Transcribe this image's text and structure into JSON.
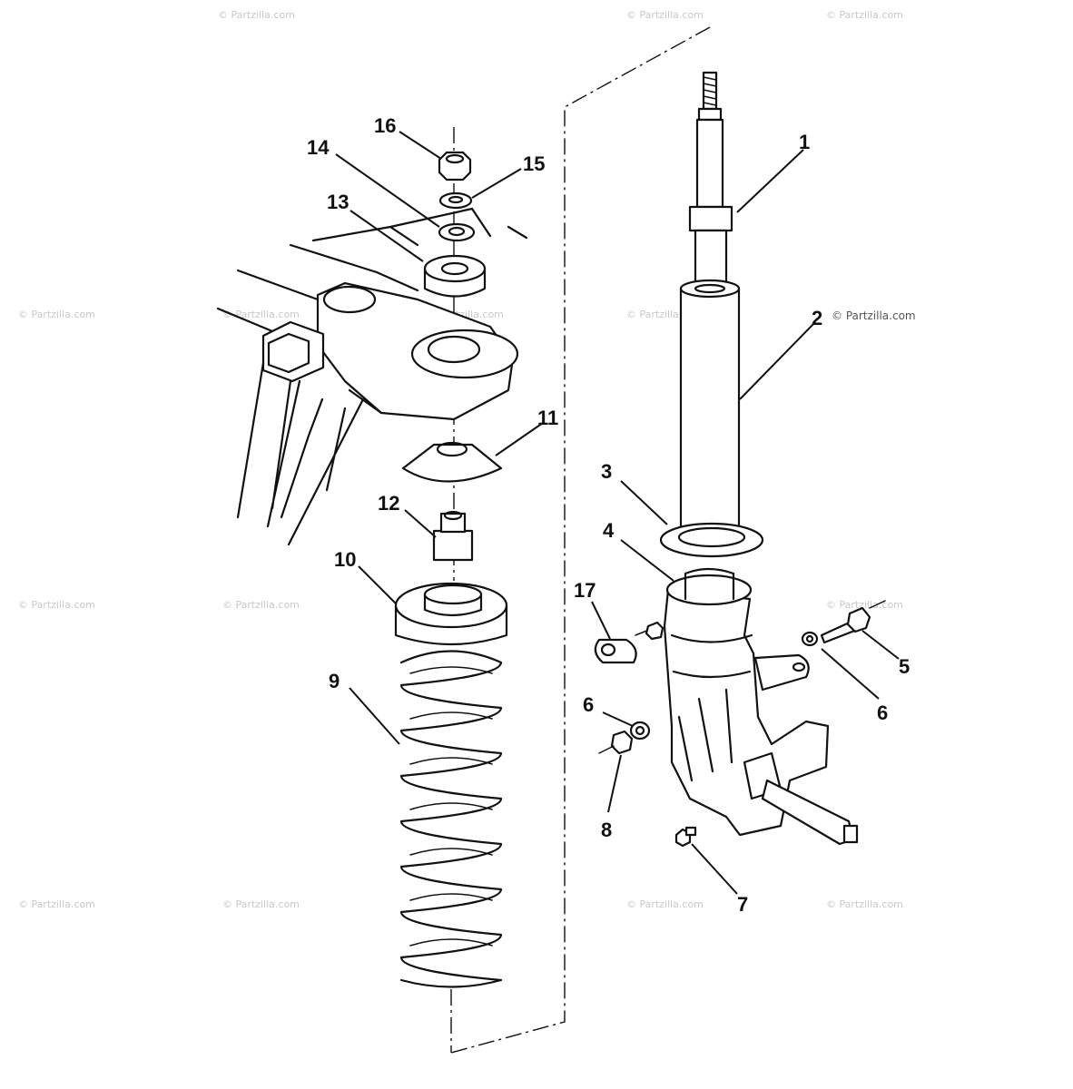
{
  "watermark": {
    "text": "© Partzilla.com"
  },
  "callouts": {
    "c1": "1",
    "c2": "2",
    "c3": "3",
    "c4": "4",
    "c5": "5",
    "c6a": "6",
    "c6b": "6",
    "c7": "7",
    "c8": "8",
    "c9": "9",
    "c10": "10",
    "c11": "11",
    "c12": "12",
    "c13": "13",
    "c14": "14",
    "c15": "15",
    "c16": "16",
    "c17": "17"
  }
}
